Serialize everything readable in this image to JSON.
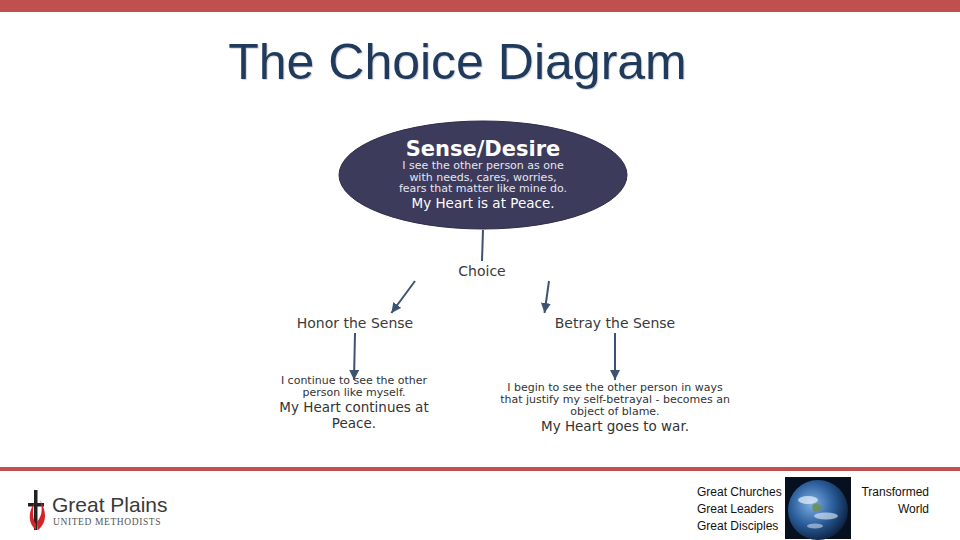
{
  "diagram": {
    "title": "The Choice Diagram",
    "nodes": [
      {
        "text": [
          "Sense/Desire",
          "I see the other person as one with needs, cares, worries, fears that matter like mine do.",
          "My Heart is at Peace."
        ]
      },
      {
        "text": [
          "Choice"
        ]
      },
      {
        "text": [
          "Honor the Sense"
        ]
      },
      {
        "text": [
          "Betray the Sense"
        ]
      },
      {
        "text": [
          "I continue to see the other person like myself.",
          "My Heart continues at Peace."
        ]
      },
      {
        "text": [
          "I begin to see the other person in ways that justify my self-betrayal - becomes an object of blame.",
          "My Heart goes to war."
        ]
      }
    ],
    "edges": [
      {
        "from": 0,
        "to": 1,
        "arrow": "none"
      },
      {
        "from": 1,
        "to": 2,
        "arrow": "to"
      },
      {
        "from": 1,
        "to": 3,
        "arrow": "to"
      },
      {
        "from": 2,
        "to": 4,
        "arrow": "to"
      },
      {
        "from": 3,
        "to": 5,
        "arrow": "to"
      }
    ],
    "labels": [
      "Great Churches",
      "Great Leaders",
      "Great Disciples",
      "Transformed World",
      "Great Plains",
      "UNITED METHODISTS"
    ]
  }
}
